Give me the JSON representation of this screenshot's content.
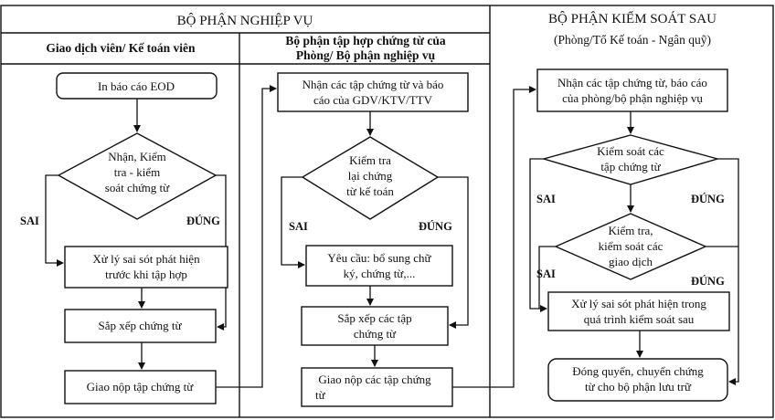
{
  "headers": {
    "business_dept": "BỘ PHẬN NGHIỆP VỤ",
    "control_dept": "BỘ PHẬN KIỂM SOÁT SAU",
    "control_dept_sub": "(Phòng/Tổ Kế toán - Ngân quỹ)",
    "col1": "Giao dịch viên/ Kế toán viên",
    "col2_line1": "Bộ phận tập hợp chứng từ của",
    "col2_line2": "Phòng/ Bộ phận nghiệp vụ"
  },
  "col1": {
    "start": "In báo cáo EOD",
    "decision": [
      "Nhận, Kiểm",
      "tra - kiểm",
      "soát chứng từ"
    ],
    "no_label": "SAI",
    "yes_label": "ĐÚNG",
    "fix": [
      "Xử lý sai sót phát hiện",
      "trước khi tập hợp"
    ],
    "sort": "Sắp xếp chứng từ",
    "submit": "Giao nộp tập chứng từ"
  },
  "col2": {
    "receive": [
      "Nhận các tập chứng từ và báo",
      "cáo của GDV/KTV/TTV"
    ],
    "decision": [
      "Kiểm tra",
      "lại chứng",
      "từ kế toán"
    ],
    "no_label": "SAI",
    "yes_label": "ĐÚNG",
    "request": [
      "Yêu cầu: bổ sung chữ",
      "ký, chứng từ,..."
    ],
    "sort": [
      "Sắp xếp các tập",
      "chứng từ"
    ],
    "submit": [
      "Giao nộp các tập chứng",
      "từ"
    ]
  },
  "col3": {
    "receive": [
      "Nhận các tập chứng từ, báo cáo",
      "của phòng/bộ phận nghiệp vụ"
    ],
    "decision1": [
      "Kiểm soát các",
      "tập chứng từ"
    ],
    "no_label1": "SAI",
    "yes_label1": "ĐÚNG",
    "decision2": [
      "Kiểm tra,",
      "kiểm soát các",
      "giao dịch"
    ],
    "no_label2": "SAI",
    "yes_label2": "ĐÚNG",
    "fix": [
      "Xử lý sai sót phát hiện trong",
      "quá trình kiểm soát sau"
    ],
    "archive": [
      "Đóng quyển, chuyển chứng",
      "từ cho bộ phận lưu trữ"
    ]
  }
}
